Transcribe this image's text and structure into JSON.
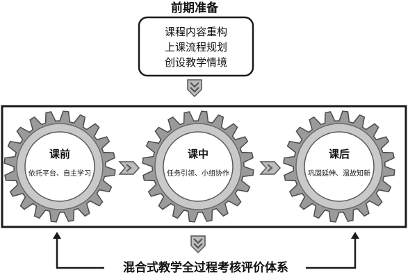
{
  "diagram": {
    "top_title": "前期准备",
    "prep_items": [
      "课程内容重构",
      "上课流程规划",
      "创设教学情境"
    ],
    "stages": [
      {
        "title": "课前",
        "subtitle": "依托平台、自主学习"
      },
      {
        "title": "课中",
        "subtitle": "任务引领、小组协作"
      },
      {
        "title": "课后",
        "subtitle": "巩固延伸、温故知新"
      }
    ],
    "bottom_label": "混合式教学全过程考核评价体系"
  },
  "colors": {
    "gear_outer": "#9a9a9a",
    "gear_ring": "#c9c9c9",
    "gear_center": "#ffffff",
    "frame": "#1a1a1a",
    "chevron_fill": "#bdbdbd",
    "chevron_stroke": "#555555"
  }
}
